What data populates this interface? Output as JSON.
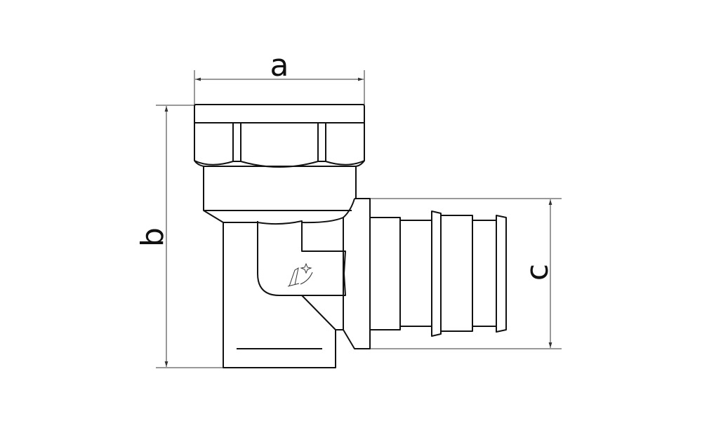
{
  "dimensions": {
    "a": "a",
    "b": "b",
    "c": "c"
  },
  "colors": {
    "line": "#111111",
    "background": "#ffffff"
  }
}
